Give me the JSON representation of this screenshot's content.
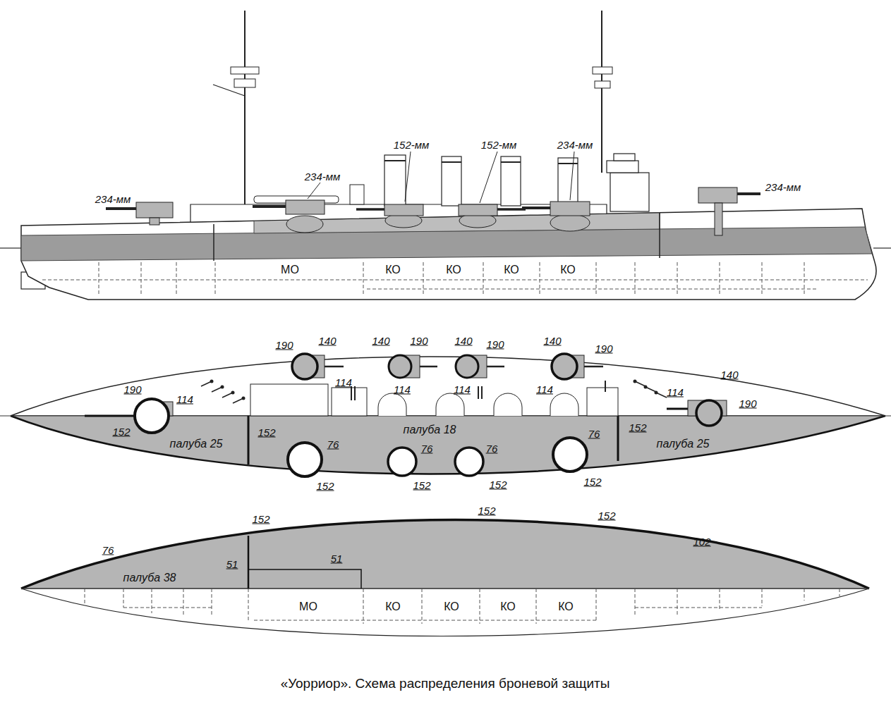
{
  "diagram": {
    "caption": "«Уорриор». Схема распределения броневой защиты",
    "labels": [
      "152-мм",
      "152-мм",
      "234-мм",
      "234-мм",
      "234-мм",
      "234-мм",
      "МО",
      "КО",
      "КО",
      "КО",
      "КО",
      "190",
      "140",
      "140",
      "190",
      "140",
      "190",
      "140",
      "190",
      "114",
      "114",
      "114",
      "114",
      "190",
      "114",
      "140",
      "114",
      "190",
      "152",
      "палуба 25",
      "152",
      "палуба 18",
      "152",
      "палуба 25",
      "76",
      "76",
      "76",
      "76",
      "152",
      "152",
      "152",
      "152",
      "152",
      "152",
      "152",
      "76",
      "102",
      "51",
      "51",
      "палуба 38",
      "МО",
      "КО",
      "КО",
      "КО",
      "КО"
    ]
  }
}
